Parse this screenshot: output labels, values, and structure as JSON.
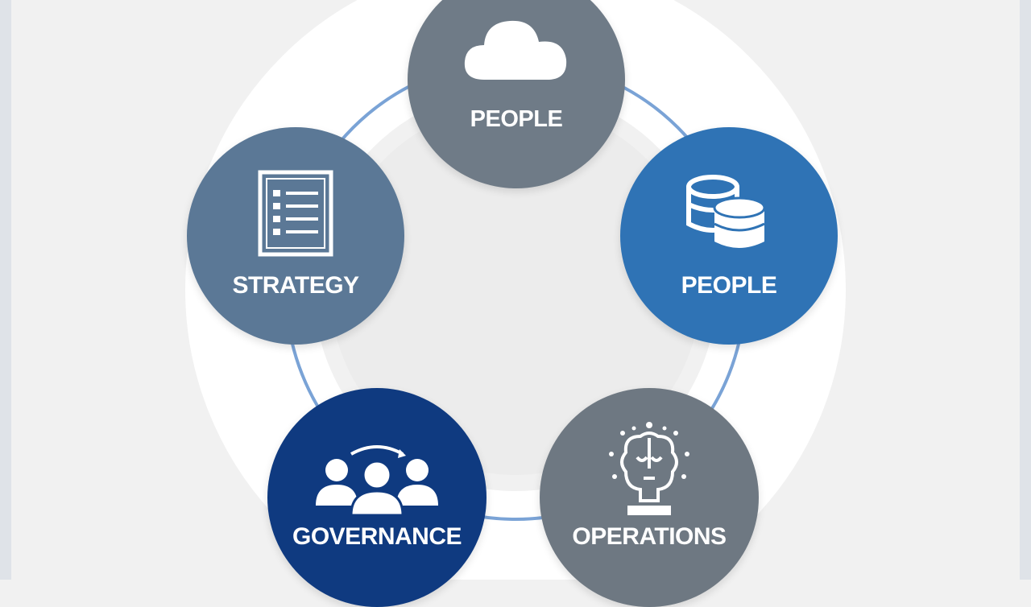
{
  "colors": {
    "background": "#f1f1f1",
    "ring": "#ffffff",
    "connector": "#7aa3d6",
    "node_top": "#6f7b87",
    "node_right": "#2f73b5",
    "node_left": "#5b7896",
    "node_bottom_left": "#0f3a80",
    "node_bottom_right": "#6e7882"
  },
  "nodes": {
    "top": {
      "label": "PEOPLE",
      "icon": "cloud-icon"
    },
    "right": {
      "label": "PEOPLE",
      "icon": "database-icon"
    },
    "left": {
      "label": "STRATEGY",
      "icon": "document-list-icon"
    },
    "bottom_left": {
      "label": "GOVERNANCE",
      "icon": "team-icon"
    },
    "bottom_right": {
      "label": "OPERATIONS",
      "icon": "brain-head-icon"
    }
  }
}
